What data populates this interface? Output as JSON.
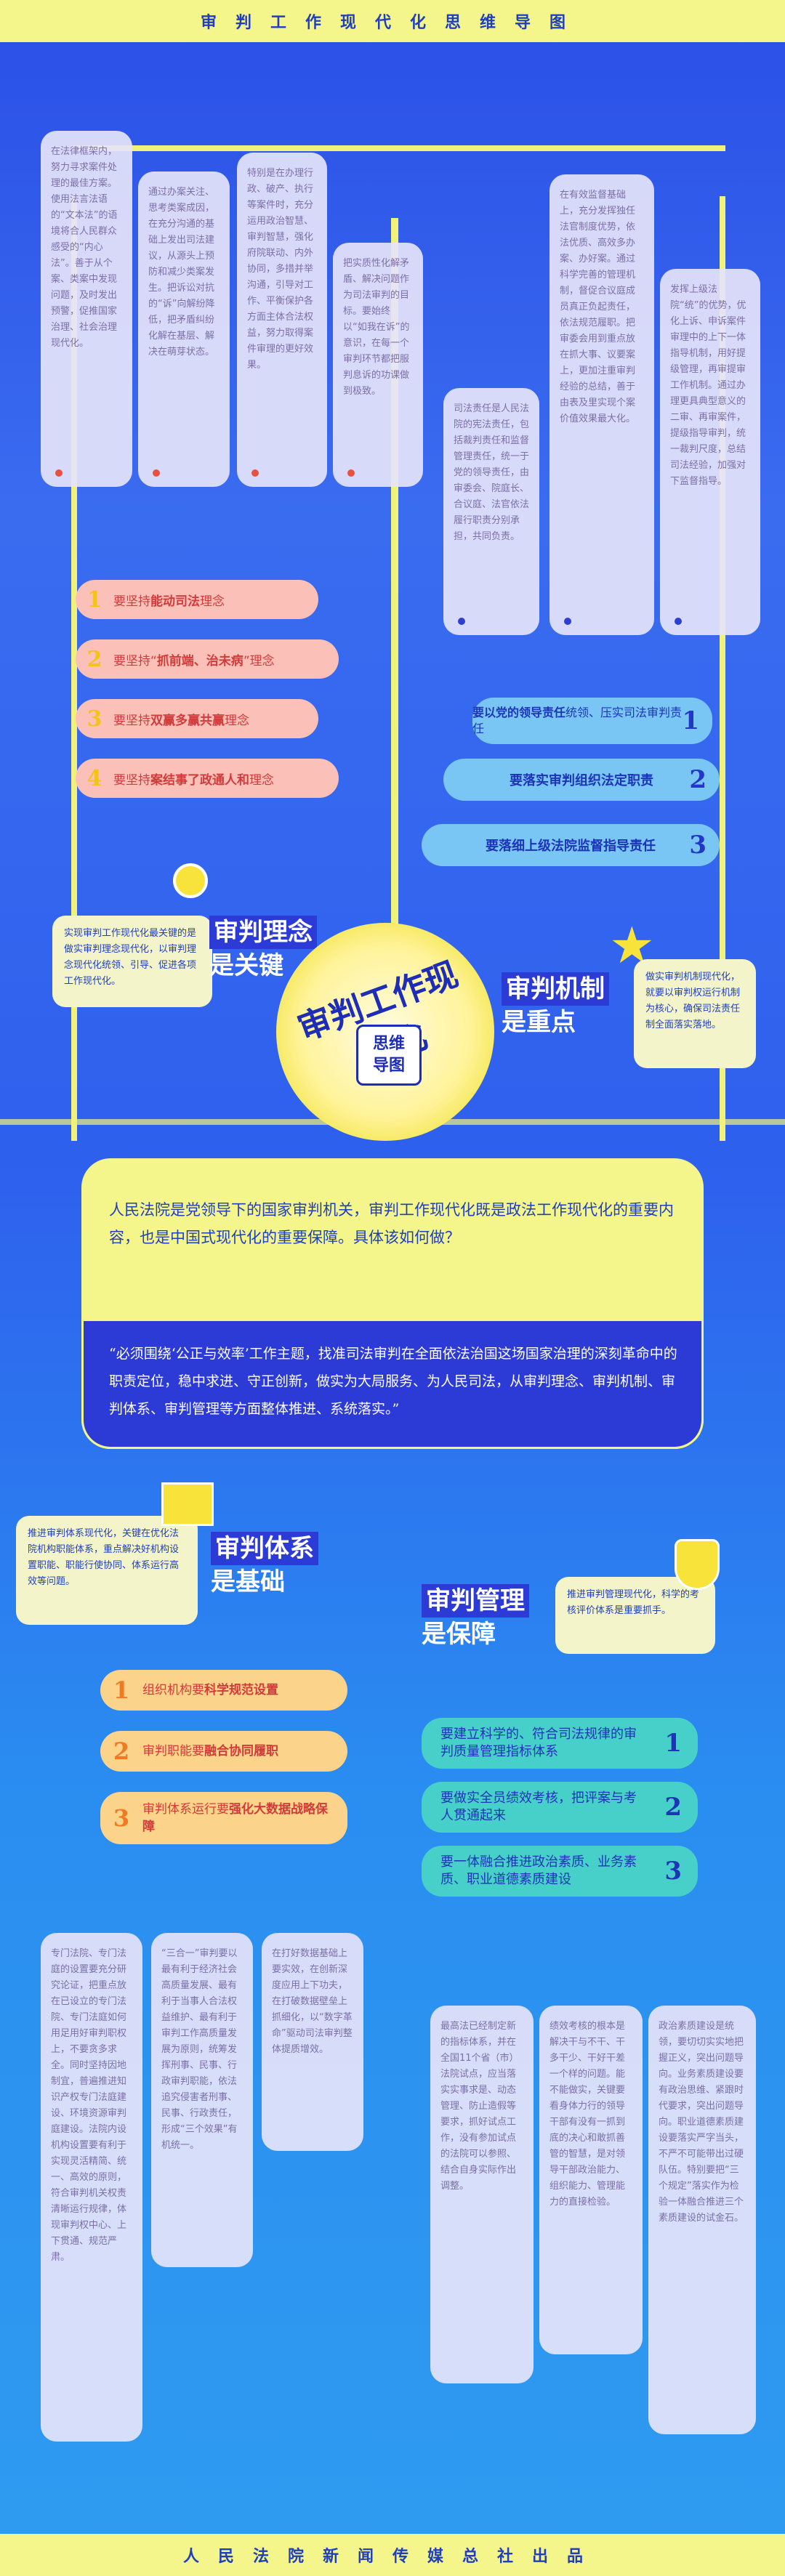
{
  "header": {
    "title": "审判工作现代化思维导图"
  },
  "footer": {
    "text": "人民法院新闻传媒总社出品"
  },
  "center": {
    "title": "审判工作现代化",
    "badge_line1": "思维",
    "badge_line2": "导图"
  },
  "intro": {
    "text": "人民法院是党领导下的国家审判机关，审判工作现代化既是政法工作现代化的重要内容，也是中国式现代化的重要保障。具体该如何做？",
    "quote": "“必须围绕‘公正与效率’工作主题，找准司法审判在全面依法治国这场国家治理的深刻革命中的职责定位，稳中求进、守正创新，做实为大局服务、为人民司法，从审判理念、审判机制、审判体系、审判管理等方面整体推进、系统落实。”"
  },
  "s1": {
    "h1": "审判理念",
    "h2": "是关键",
    "note": "实现审判工作现代化最关键的是做实审判理念现代化，以审判理念现代化统领、引导、促进各项工作现代化。",
    "cards": [
      "在法律框架内，努力寻求案件处理的最佳方案。使用法言法语的“文本法”的语境将合人民群众感受的“内心法”。善于从个案、类案中发现问题，及时发出预警，促推国家治理、社会治理现代化。",
      "通过办案关注、思考类案成因，在充分沟通的基础上发出司法建议，从源头上预防和减少类案发生。把诉讼对抗的“诉”向解纷降低，把矛盾纠纷化解在基层、解决在萌芽状态。",
      "特别是在办理行政、破产、执行等案件时，充分运用政治智慧、审判智慧，强化府院联动、内外协同，多措并举沟通，引导对工作、平衡保护各方面主体合法权益，努力取得案件审理的更好效果。",
      "把实质性化解矛盾、解决问题作为司法审判的目标。要始终以“如我在诉”的意识，在每一个审判环节都把服判息诉的功课做到极致。"
    ],
    "pills": [
      {
        "n": "1",
        "pre": "要坚持",
        "bold": "能动司法",
        "post": "理念"
      },
      {
        "n": "2",
        "pre": "要坚持“",
        "bold": "抓前端、治未病",
        "post": "”理念"
      },
      {
        "n": "3",
        "pre": "要坚持",
        "bold": "双赢多赢共赢",
        "post": "理念"
      },
      {
        "n": "4",
        "pre": "要坚持",
        "bold": "案结事了政通人和",
        "post": "理念"
      }
    ]
  },
  "s2": {
    "h1": "审判机制",
    "h2": "是重点",
    "note": "做实审判机制现代化，就要以审判权运行机制为核心，确保司法责任制全面落实落地。",
    "cards": [
      "司法责任是人民法院的宪法责任，包括裁判责任和监督管理责任，统一于党的领导责任，由审委会、院庭长、合议庭、法官依法履行职责分别承担，共同负责。",
      "在有效监督基础上，充分发挥独任法官制度优势，依法优质、高效多办案、办好案。通过科学完善的管理机制，督促合议庭成员真正负起责任，依法规范履职。把审委会用到重点放在抓大事、议要案上，更加注重审判经验的总结，善于由表及里实现个案价值效果最大化。",
      "发挥上级法院“统”的优势，优化上诉、申诉案件审理中的上下一体指导机制，用好提级管理，再审提审工作机制。通过办理更具典型意义的二审、再审案件，提级指导审判，统一裁判尺度，总结司法经验，加强对下监督指导。"
    ],
    "pills": [
      {
        "n": "1",
        "pre": "要以",
        "bold": "党的领导责任",
        "post": "统领、压实司法审判责任"
      },
      {
        "n": "2",
        "pre": "要",
        "bold": "落实审判组织法定职责",
        "post": ""
      },
      {
        "n": "3",
        "pre": "要",
        "bold": "落细上级法院监督指导责任",
        "post": ""
      }
    ]
  },
  "s3": {
    "h1": "审判体系",
    "h2": "是基础",
    "note": "推进审判体系现代化，关键在优化法院机构职能体系，重点解决好机构设置职能、职能行使协同、体系运行高效等问题。",
    "pills": [
      {
        "n": "1",
        "pre": "组织机构要",
        "bold": "科学规范设置",
        "post": ""
      },
      {
        "n": "2",
        "pre": "审判职能要",
        "bold": "融合协同履职",
        "post": ""
      },
      {
        "n": "3",
        "pre": "审判体系运行要",
        "bold": "强化大数据战略保障",
        "post": ""
      }
    ],
    "cards": [
      "专门法院、专门法庭的设置要充分研究论证，把重点放在已设立的专门法院、专门法庭如何用足用好审判职权上，不要贪多求全。同时坚持因地制宜，普遍推进知识产权专门法庭建设、环境资源审判庭建设。法院内设机构设置要有利于实现灵活精简、统一、高效的原则，符合审判机关权责清晰运行规律，体现审判权中心、上下贯通、规范严肃。",
      "“三合一”审判要以最有利于经济社会高质量发展、最有利于当事人合法权益维护、最有利于审判工作高质量发展为原则，统筹发挥刑事、民事、行政审判职能，依法追究侵害者刑事、民事、行政责任，形成“三个效果”有机统一。",
      "在打好数据基础上要实效，在创新深度应用上下功夫，在打破数据壁垒上抓细化，以“数字革命”驱动司法审判整体提质增效。"
    ]
  },
  "s4": {
    "h1": "审判管理",
    "h2": "是保障",
    "note": "推进审判管理现代化，科学的考核评价体系是重要抓手。",
    "pills": [
      {
        "n": "1",
        "text": "要建立科学的、符合司法规律的审判质量管理指标体系"
      },
      {
        "n": "2",
        "text": "要做实全员绩效考核，把评案与考人贯通起来"
      },
      {
        "n": "3",
        "text": "要一体融合推进政治素质、业务素质、职业道德素质建设"
      }
    ],
    "cards": [
      "最高法已经制定新的指标体系，并在全国11个省（市）法院试点，应当落实实事求是、动态管理、防止造假等要求，抓好试点工作，没有参加试点的法院可以参照、结合自身实际作出调整。",
      "绩效考核的根本是解决干与不干、干多干少、干好干差一个样的问题。能不能做实，关键要看身体力行的领导干部有没有一抓到底的决心和敢抓善管的智慧，是对领导干部政治能力、组织能力、管理能力的直接检验。",
      "政治素质建设是统领，要切切实实地把握正义，突出问题导向。业务素质建设要有政治思维、紧跟时代要求，突出问题导向。职业道德素质建设要落实严字当头，不严不可能带出过硬队伍。特别要把“三个规定”落实作为检验一体融合推进三个素质建设的试金石。"
    ]
  }
}
